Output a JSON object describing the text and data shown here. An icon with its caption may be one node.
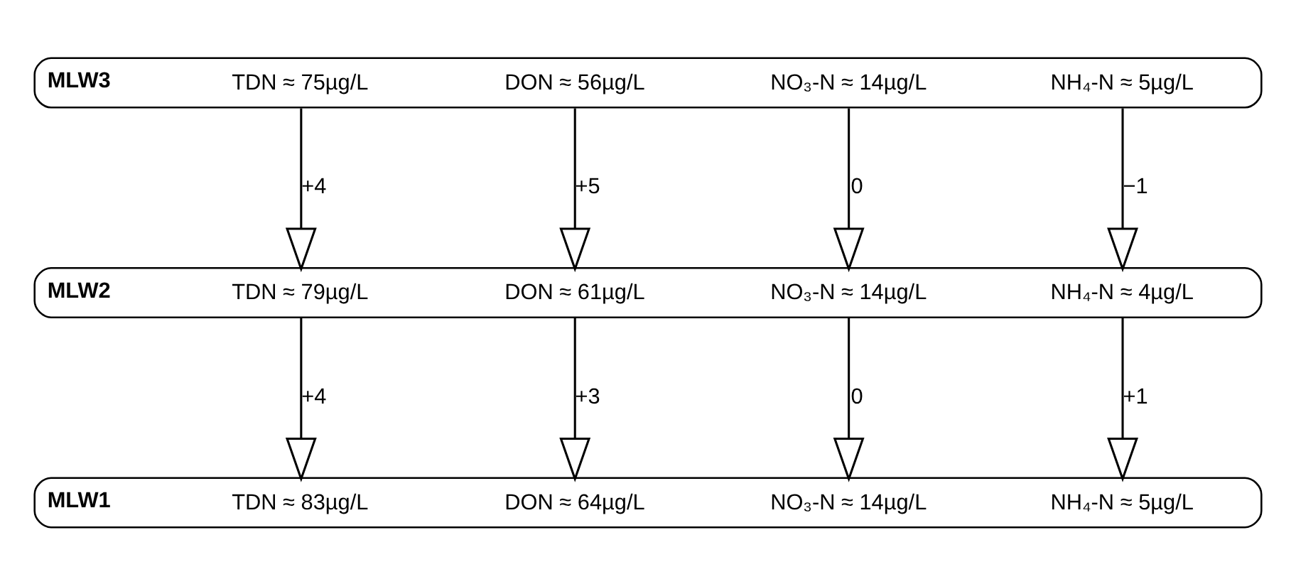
{
  "diagram": {
    "nodes": [
      {
        "text": [
          "MLW3",
          "TDN ≈ 75µg/L",
          "DON ≈ 56µg/L",
          "NO₃-N ≈ 14µg/L",
          "NH₄-N ≈ 5µg/L"
        ]
      },
      {
        "text": [
          "MLW2",
          "TDN ≈ 79µg/L",
          "DON ≈ 61µg/L",
          "NO₃-N ≈ 14µg/L",
          "NH₄-N ≈ 4µg/L"
        ]
      },
      {
        "text": [
          "MLW1",
          "TDN ≈ 83µg/L",
          "DON ≈ 64µg/L",
          "NO₃-N ≈ 14µg/L",
          "NH₄-N ≈ 5µg/L"
        ]
      }
    ],
    "edges": [
      {
        "from": 0,
        "to": 1,
        "arrow": "to",
        "label": "+4"
      },
      {
        "from": 0,
        "to": 1,
        "arrow": "to",
        "label": "+5"
      },
      {
        "from": 0,
        "to": 1,
        "arrow": "to",
        "label": "0"
      },
      {
        "from": 0,
        "to": 1,
        "arrow": "to",
        "label": "−1"
      },
      {
        "from": 1,
        "to": 2,
        "arrow": "to",
        "label": "+4"
      },
      {
        "from": 1,
        "to": 2,
        "arrow": "to",
        "label": "+3"
      },
      {
        "from": 1,
        "to": 2,
        "arrow": "to",
        "label": "0"
      },
      {
        "from": 1,
        "to": 2,
        "arrow": "to",
        "label": "+1"
      }
    ]
  }
}
